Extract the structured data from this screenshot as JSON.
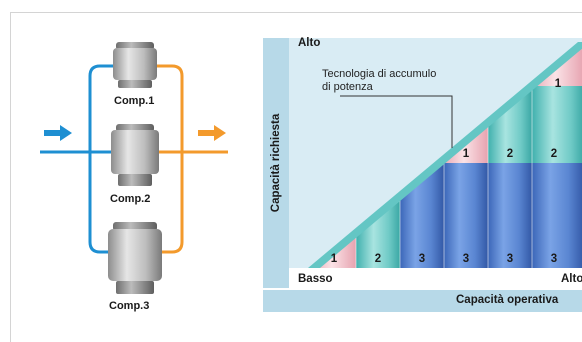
{
  "compressors": [
    {
      "label": "Comp.1"
    },
    {
      "label": "Comp.2"
    },
    {
      "label": "Comp.3"
    }
  ],
  "chart": {
    "y_axis_label": "Capacità richiesta",
    "x_axis_label": "Capacità operativa",
    "y_top": "Alto",
    "x_left": "Basso",
    "x_right": "Alto",
    "callout": [
      "Tecnologia di accumulo",
      "di potenza"
    ],
    "columns": [
      {
        "top": "1",
        "bottom": null
      },
      {
        "top": "2",
        "bottom": null
      },
      {
        "top": "3",
        "bottom": null
      },
      {
        "top": "1",
        "bottom": "3"
      },
      {
        "top": "2",
        "bottom": "3"
      },
      {
        "top": "2",
        "bottom": "3",
        "upper": "1"
      }
    ]
  },
  "colors": {
    "pipe_blue": "#1e8fd2",
    "pipe_orange": "#f39a2c",
    "chart_bg": "#d9ecf4",
    "axis_bar": "#b7d9e8",
    "diagonal": "#64c6c4",
    "pink": "#f0c0c8",
    "teal": "#5fc2bf",
    "blue": "#4f7fcc"
  }
}
